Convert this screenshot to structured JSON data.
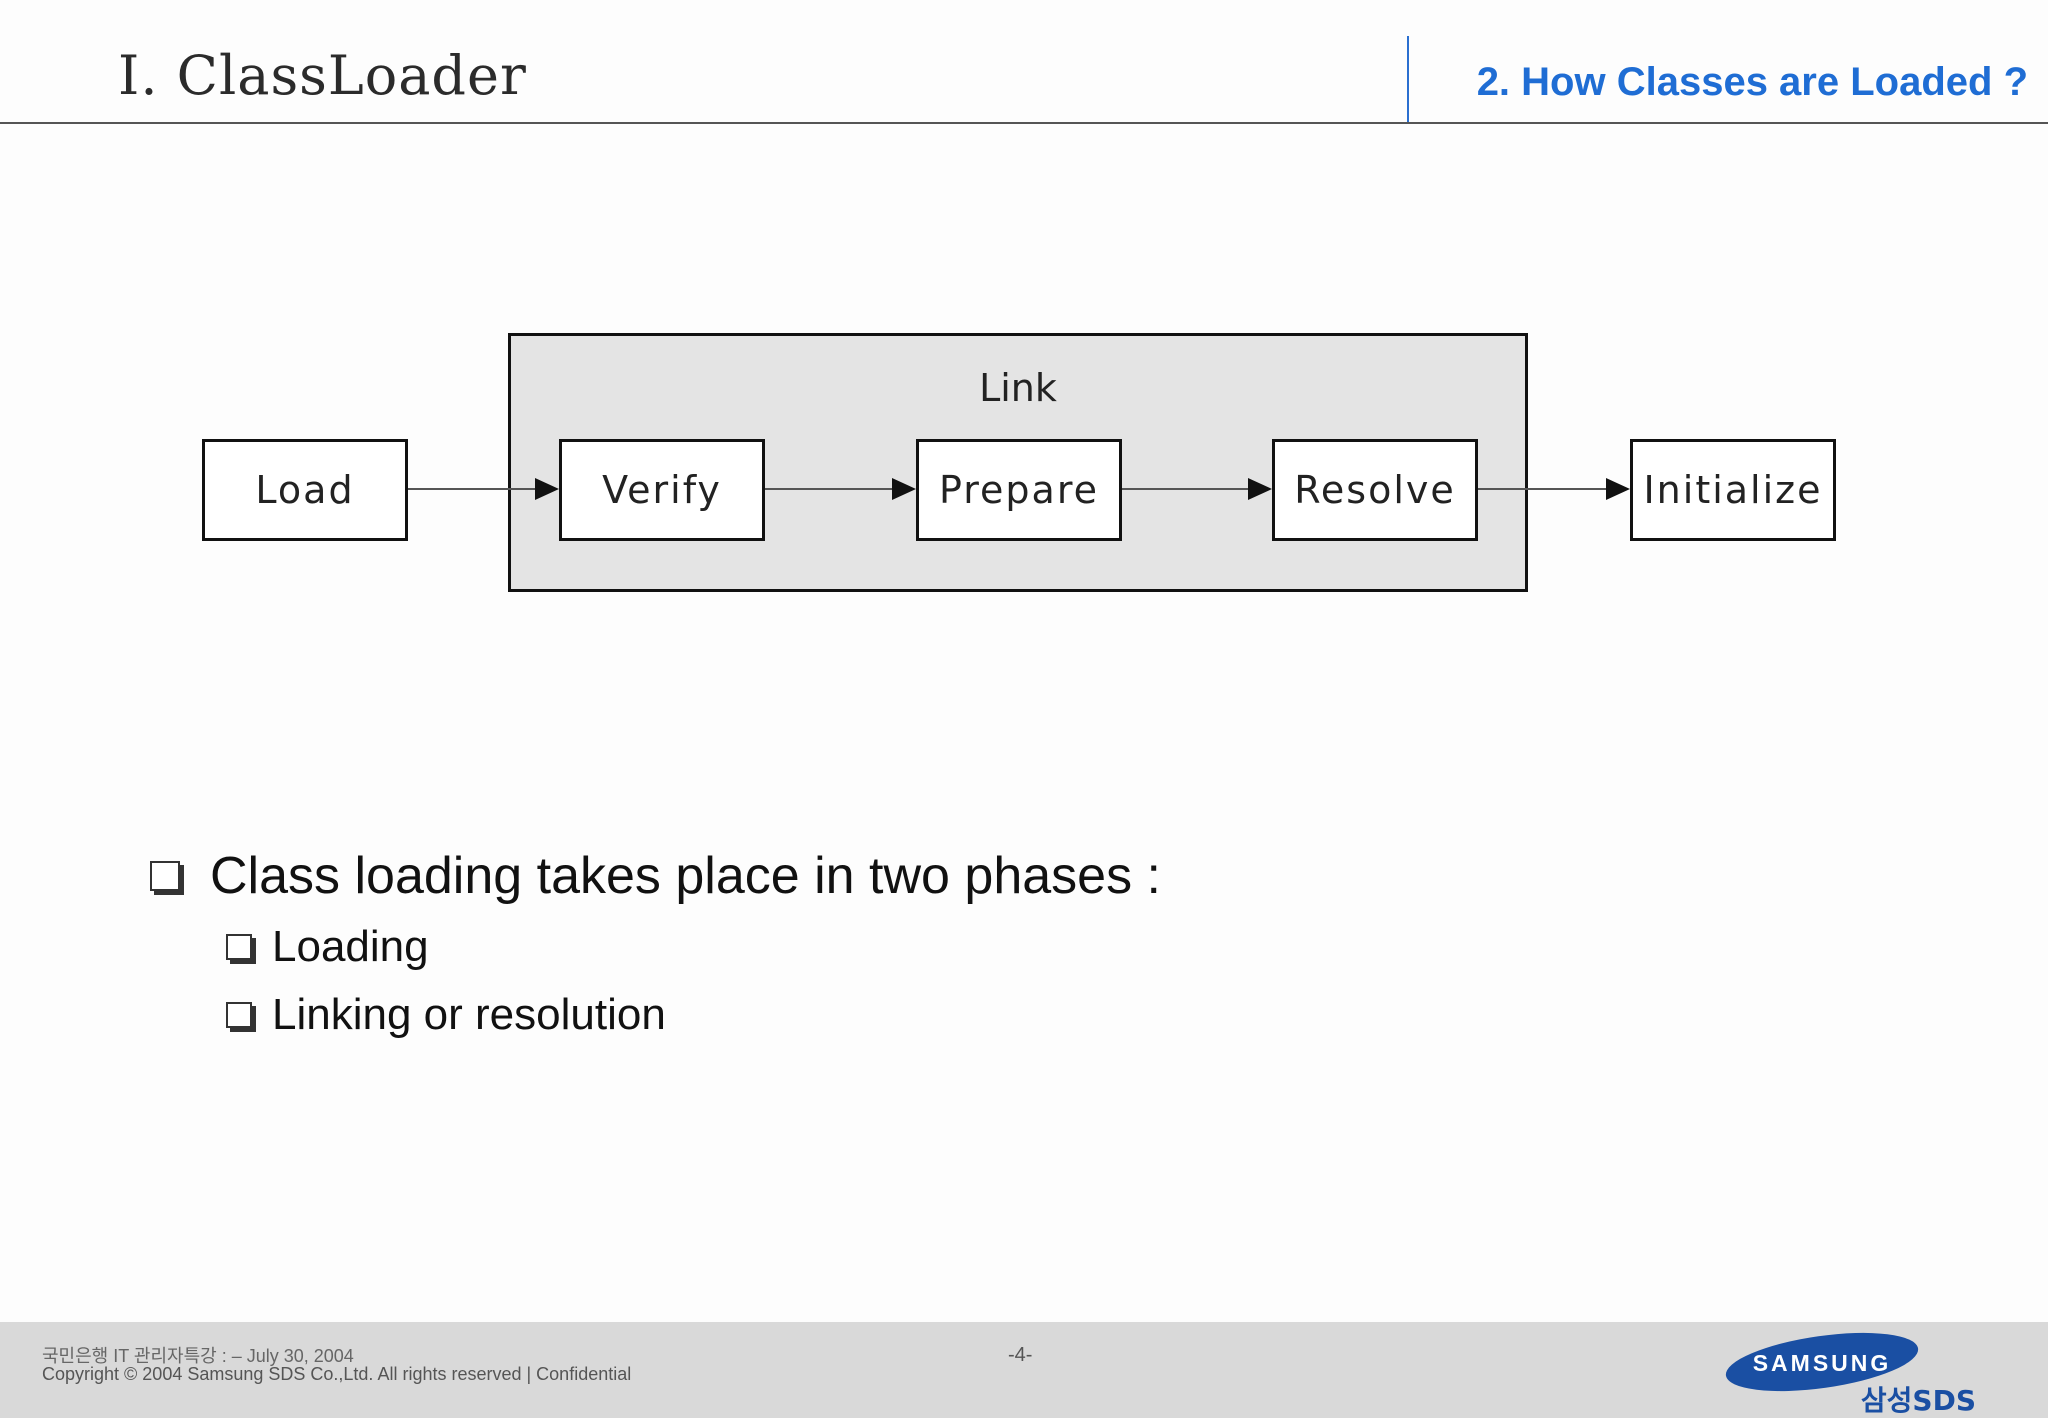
{
  "header": {
    "title": "I. ClassLoader",
    "section": "2. How Classes are Loaded ?"
  },
  "diagram": {
    "group_label": "Link",
    "stages": {
      "load": "Load",
      "verify": "Verify",
      "prepare": "Prepare",
      "resolve": "Resolve",
      "initialize": "Initialize"
    }
  },
  "bullets": {
    "main": "Class loading takes place in two phases :",
    "sub": [
      "Loading",
      "Linking or resolution"
    ]
  },
  "footer": {
    "line1": "국민은행 IT 관리자특강 : – July 30, 2004",
    "line2": "Copyright © 2004 Samsung SDS Co.,Ltd. All rights reserved  |   Confidential",
    "page": "-4-",
    "logo_brand": "SAMSUNG",
    "logo_sub": "삼성SDS"
  },
  "colors": {
    "accent_blue": "#1f6dd4",
    "logo_blue": "#1a4fa3",
    "link_group_fill": "#e4e4e4"
  }
}
